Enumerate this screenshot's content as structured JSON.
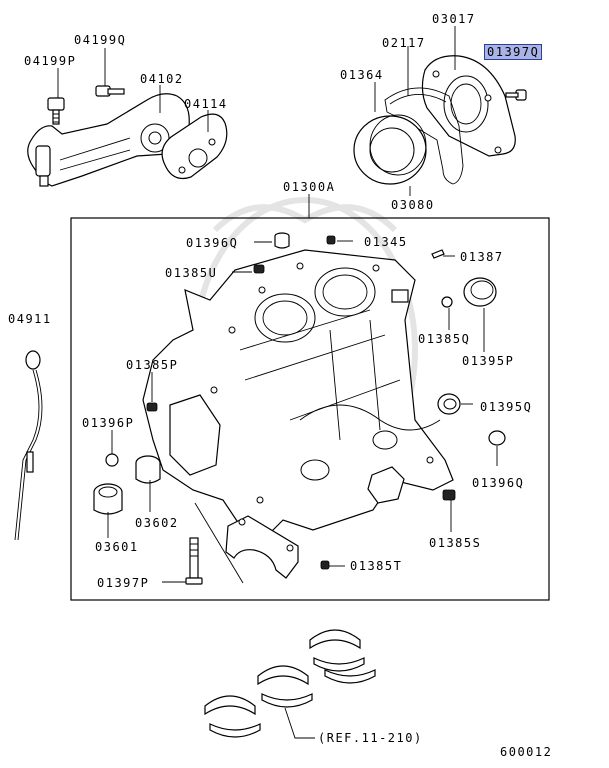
{
  "labels": {
    "p04199Q": "04199Q",
    "p04199P": "04199P",
    "p04102": "04102",
    "p04114": "04114",
    "p03017": "03017",
    "p02117": "02117",
    "p01397Q": "01397Q",
    "p01364": "01364",
    "p03080": "03080",
    "p01300A": "01300A",
    "p01396Q_a": "01396Q",
    "p01345": "01345",
    "p01387": "01387",
    "p01385U": "01385U",
    "p01385Q": "01385Q",
    "p01395P": "01395P",
    "p04911": "04911",
    "p01385P": "01385P",
    "p01395Q": "01395Q",
    "p01396P": "01396P",
    "p01396Q_b": "01396Q",
    "p03602": "03602",
    "p03601": "03601",
    "p01385S": "01385S",
    "p01385T": "01385T",
    "p01397P": "01397P",
    "ref": "(REF.11-210)",
    "figure_id": "600012"
  },
  "highlight_color": "#a9b3e6"
}
